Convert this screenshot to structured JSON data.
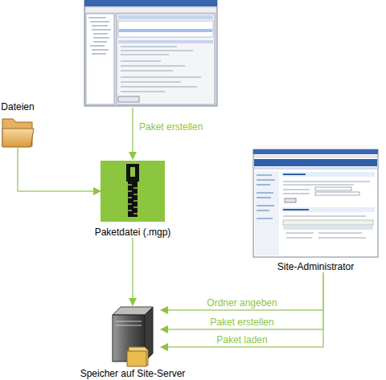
{
  "diagram": {
    "nodes": [
      {
        "text": [
          "Dateien"
        ]
      },
      {
        "text": [
          "Paketdatei (.mgp)"
        ]
      },
      {
        "text": [
          "Site-Administrator"
        ]
      },
      {
        "text": [
          "Speicher auf Site-Server"
        ]
      }
    ],
    "edges": [
      {
        "from": 0,
        "to": 1,
        "arrow": "to"
      },
      {
        "from": 1,
        "to": 3,
        "arrow": "to"
      },
      {
        "from": 2,
        "to": 3,
        "label": "Ordner angeben",
        "arrow": "to"
      },
      {
        "from": 2,
        "to": 3,
        "label": "Paket erstellen",
        "arrow": "to"
      },
      {
        "from": 2,
        "to": 3,
        "label": "Paket laden",
        "arrow": "to"
      }
    ],
    "labels": [
      "Paket erstellen"
    ]
  }
}
